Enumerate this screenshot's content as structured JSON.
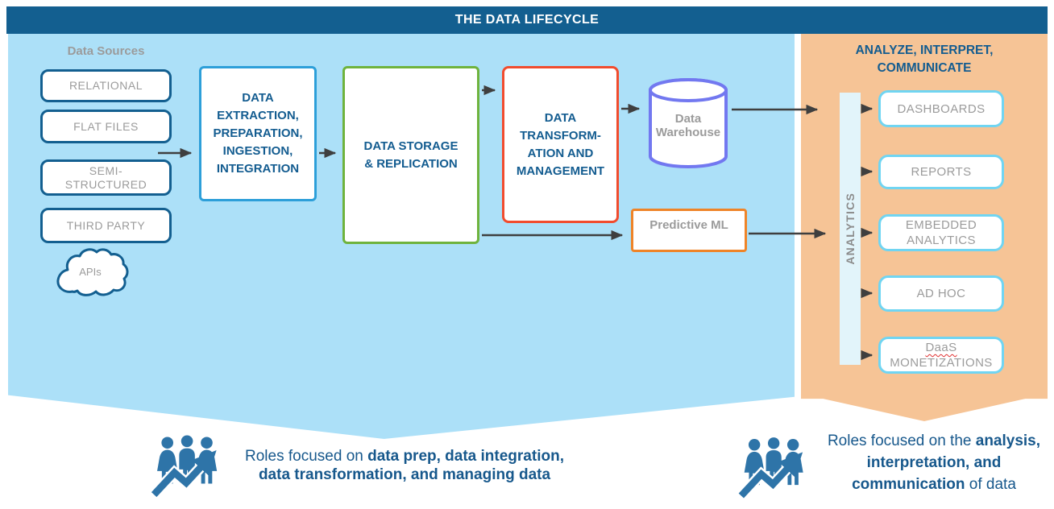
{
  "title": "THE DATA LIFECYCLE",
  "sources": {
    "heading": "Data Sources",
    "items": [
      "RELATIONAL",
      "FLAT FILES",
      "SEMI-\nSTRUCTURED",
      "THIRD PARTY"
    ],
    "cloud_label": "APIs"
  },
  "pipeline": {
    "extraction": "DATA\nEXTRACTION,\nPREPARATION,\nINGESTION,\nINTEGRATION",
    "storage": "DATA STORAGE\n& REPLICATION",
    "transformation": "DATA\nTRANSFORM-\nATION AND\nMANAGEMENT",
    "warehouse": "Data\nWarehouse",
    "predictive_ml": "Predictive ML"
  },
  "analyze": {
    "heading": "ANALYZE, INTERPRET, COMMUNICATE",
    "bar_label": "ANALYTICS",
    "outputs": [
      "DASHBOARDS",
      "REPORTS",
      "EMBEDDED\nANALYTICS",
      "AD HOC"
    ],
    "daas": {
      "line1": "DaaS",
      "line2": "MONETIZATIONS"
    }
  },
  "captions": {
    "left": {
      "normal": "Roles focused on ",
      "bold": "data prep, data integration, data transformation, and managing data"
    },
    "right": {
      "normal": "Roles focused on the ",
      "bold": "analysis, interpretation, and communication",
      "suffix": " of data"
    }
  },
  "colors": {
    "header_bg": "#135f90",
    "left_region_bg": "#ace0f8",
    "right_region_bg": "#f6c496",
    "dark_blue_text": "#135c90",
    "gray_text": "#9b9b9b",
    "source_box_border": "#135f90",
    "extraction_border": "#2d9fd9",
    "storage_border": "#6fb33d",
    "transformation_border": "#f14c2e",
    "warehouse_border": "#7278f0",
    "predictive_border": "#ef8428",
    "output_box_border": "#70d5f2",
    "analytics_bar_bg": "#e2f4fa",
    "arrow_color": "#3f3f3f",
    "roles_icon_color": "#2e74a8"
  }
}
